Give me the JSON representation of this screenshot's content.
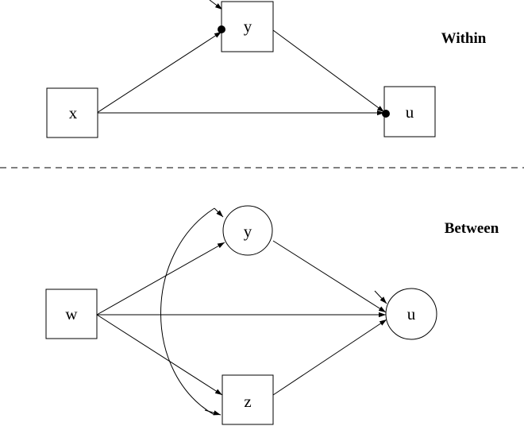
{
  "sections": {
    "within_label": "Within",
    "between_label": "Between"
  },
  "within": {
    "nodes": {
      "x": "x",
      "y": "y",
      "u": "u"
    }
  },
  "between": {
    "nodes": {
      "w": "w",
      "y": "y",
      "u": "u",
      "z": "z"
    }
  },
  "colors": {
    "stroke": "#000000",
    "background": "#ffffff"
  }
}
